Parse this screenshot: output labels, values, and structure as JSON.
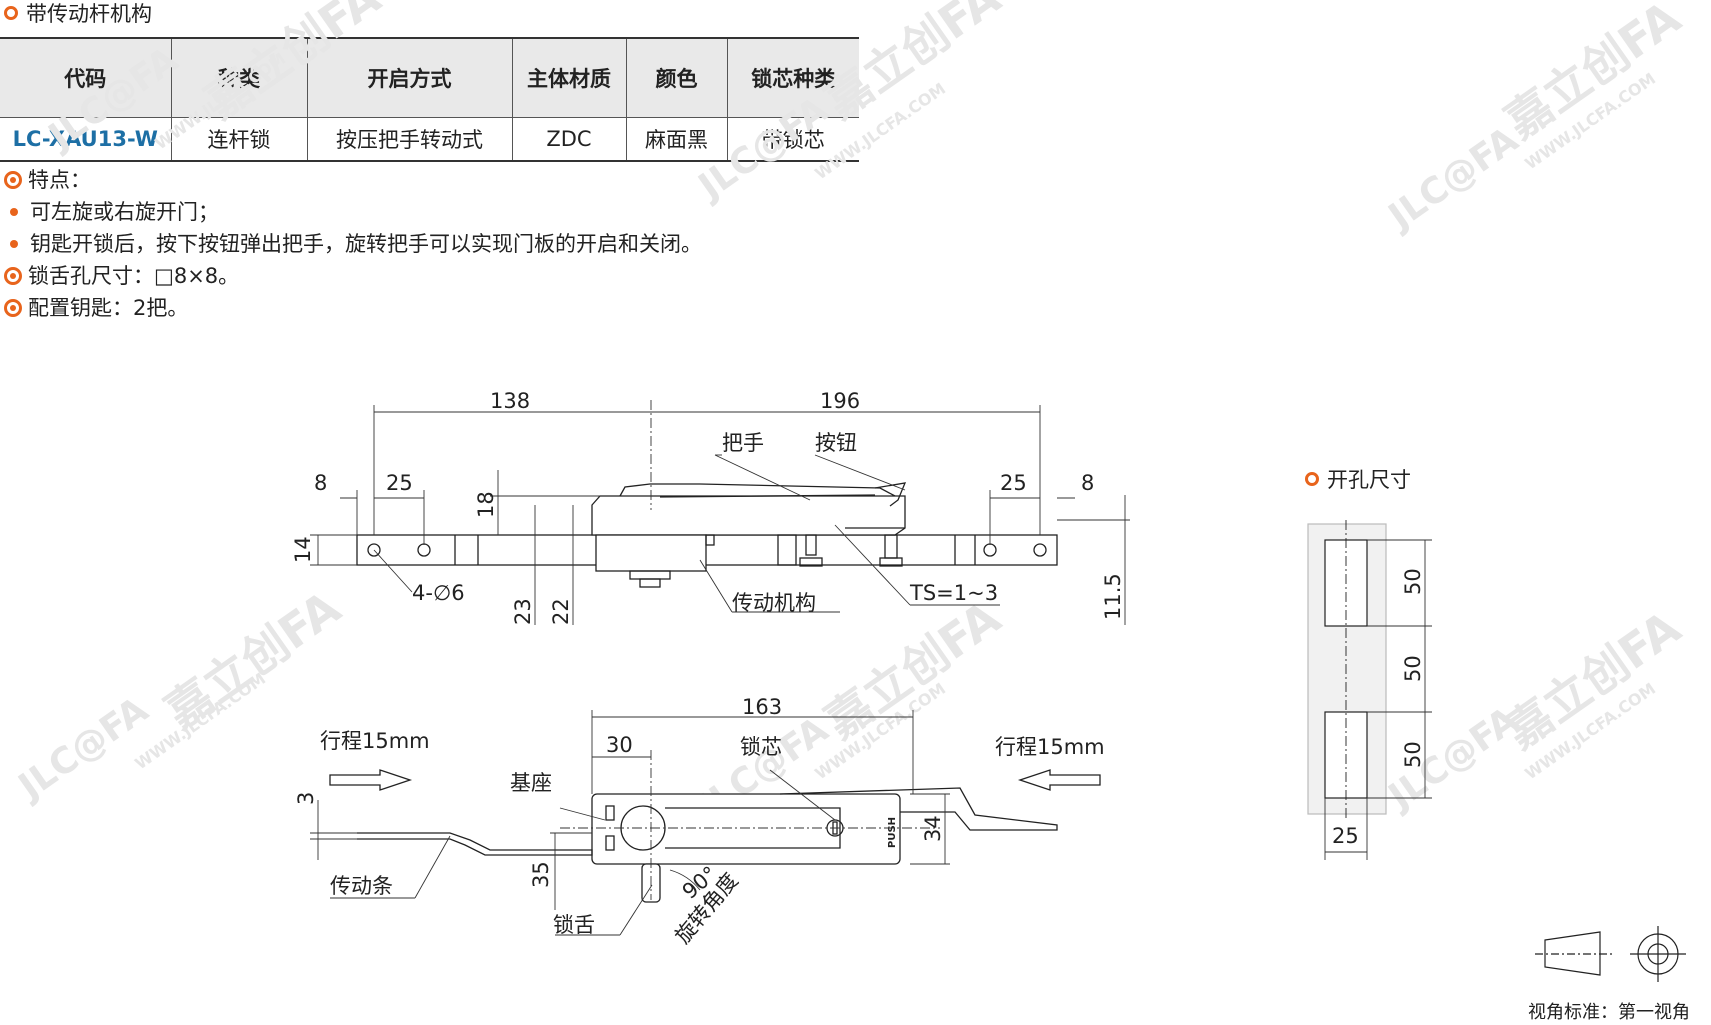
{
  "section_title": "带传动杆机构",
  "table": {
    "headers": [
      "代码",
      "种类",
      "开启方式",
      "主体材质",
      "颜色",
      "锁芯种类"
    ],
    "row": [
      "LC-XAU13-W",
      "连杆锁",
      "按压把手转动式",
      "ZDC",
      "麻面黑",
      "带锁芯"
    ]
  },
  "features": {
    "heading": "特点：",
    "bullets": [
      "可左旋或右旋开门；",
      "钥匙开锁后，按下按钮弹出把手，旋转把手可以实现门板的开启和关闭。"
    ],
    "tongue_hole": "锁舌孔尺寸：□8×8。",
    "keys": "配置钥匙：2把。"
  },
  "watermark": {
    "brand": "JLC@FA",
    "cn": "嘉立创FA",
    "url": "WWW.JLCFA.COM"
  },
  "side_view": {
    "dims": {
      "left_span": "138",
      "right_span": "196",
      "left_edge": "8",
      "left_pitch": "25",
      "right_pitch": "25",
      "right_edge": "8",
      "height_14": "14",
      "height_18": "18",
      "height_23": "23",
      "height_22": "22",
      "height_11_5": "11.5",
      "holes": "4-∅6",
      "ts": "TS=1~3"
    },
    "labels": {
      "handle": "把手",
      "button": "按钮",
      "mechanism": "传动机构"
    }
  },
  "top_view": {
    "dims": {
      "length": "163",
      "offset": "30",
      "height": "34",
      "rod_offset": "35",
      "rod_step": "3",
      "angle": "90°"
    },
    "labels": {
      "travel_left": "行程15mm",
      "travel_right": "行程15mm",
      "base": "基座",
      "cylinder": "锁芯",
      "rod": "传动条",
      "tongue": "锁舌",
      "rotation": "旋转角度",
      "push": "PUSH"
    }
  },
  "cutout": {
    "title": "开孔尺寸",
    "dims": [
      "50",
      "50",
      "50"
    ],
    "width": "25"
  },
  "view_standard": "视角标准：第一视角",
  "colors": {
    "accent": "#e8641c",
    "code_blue": "#1d6fa5",
    "line": "#222222"
  }
}
